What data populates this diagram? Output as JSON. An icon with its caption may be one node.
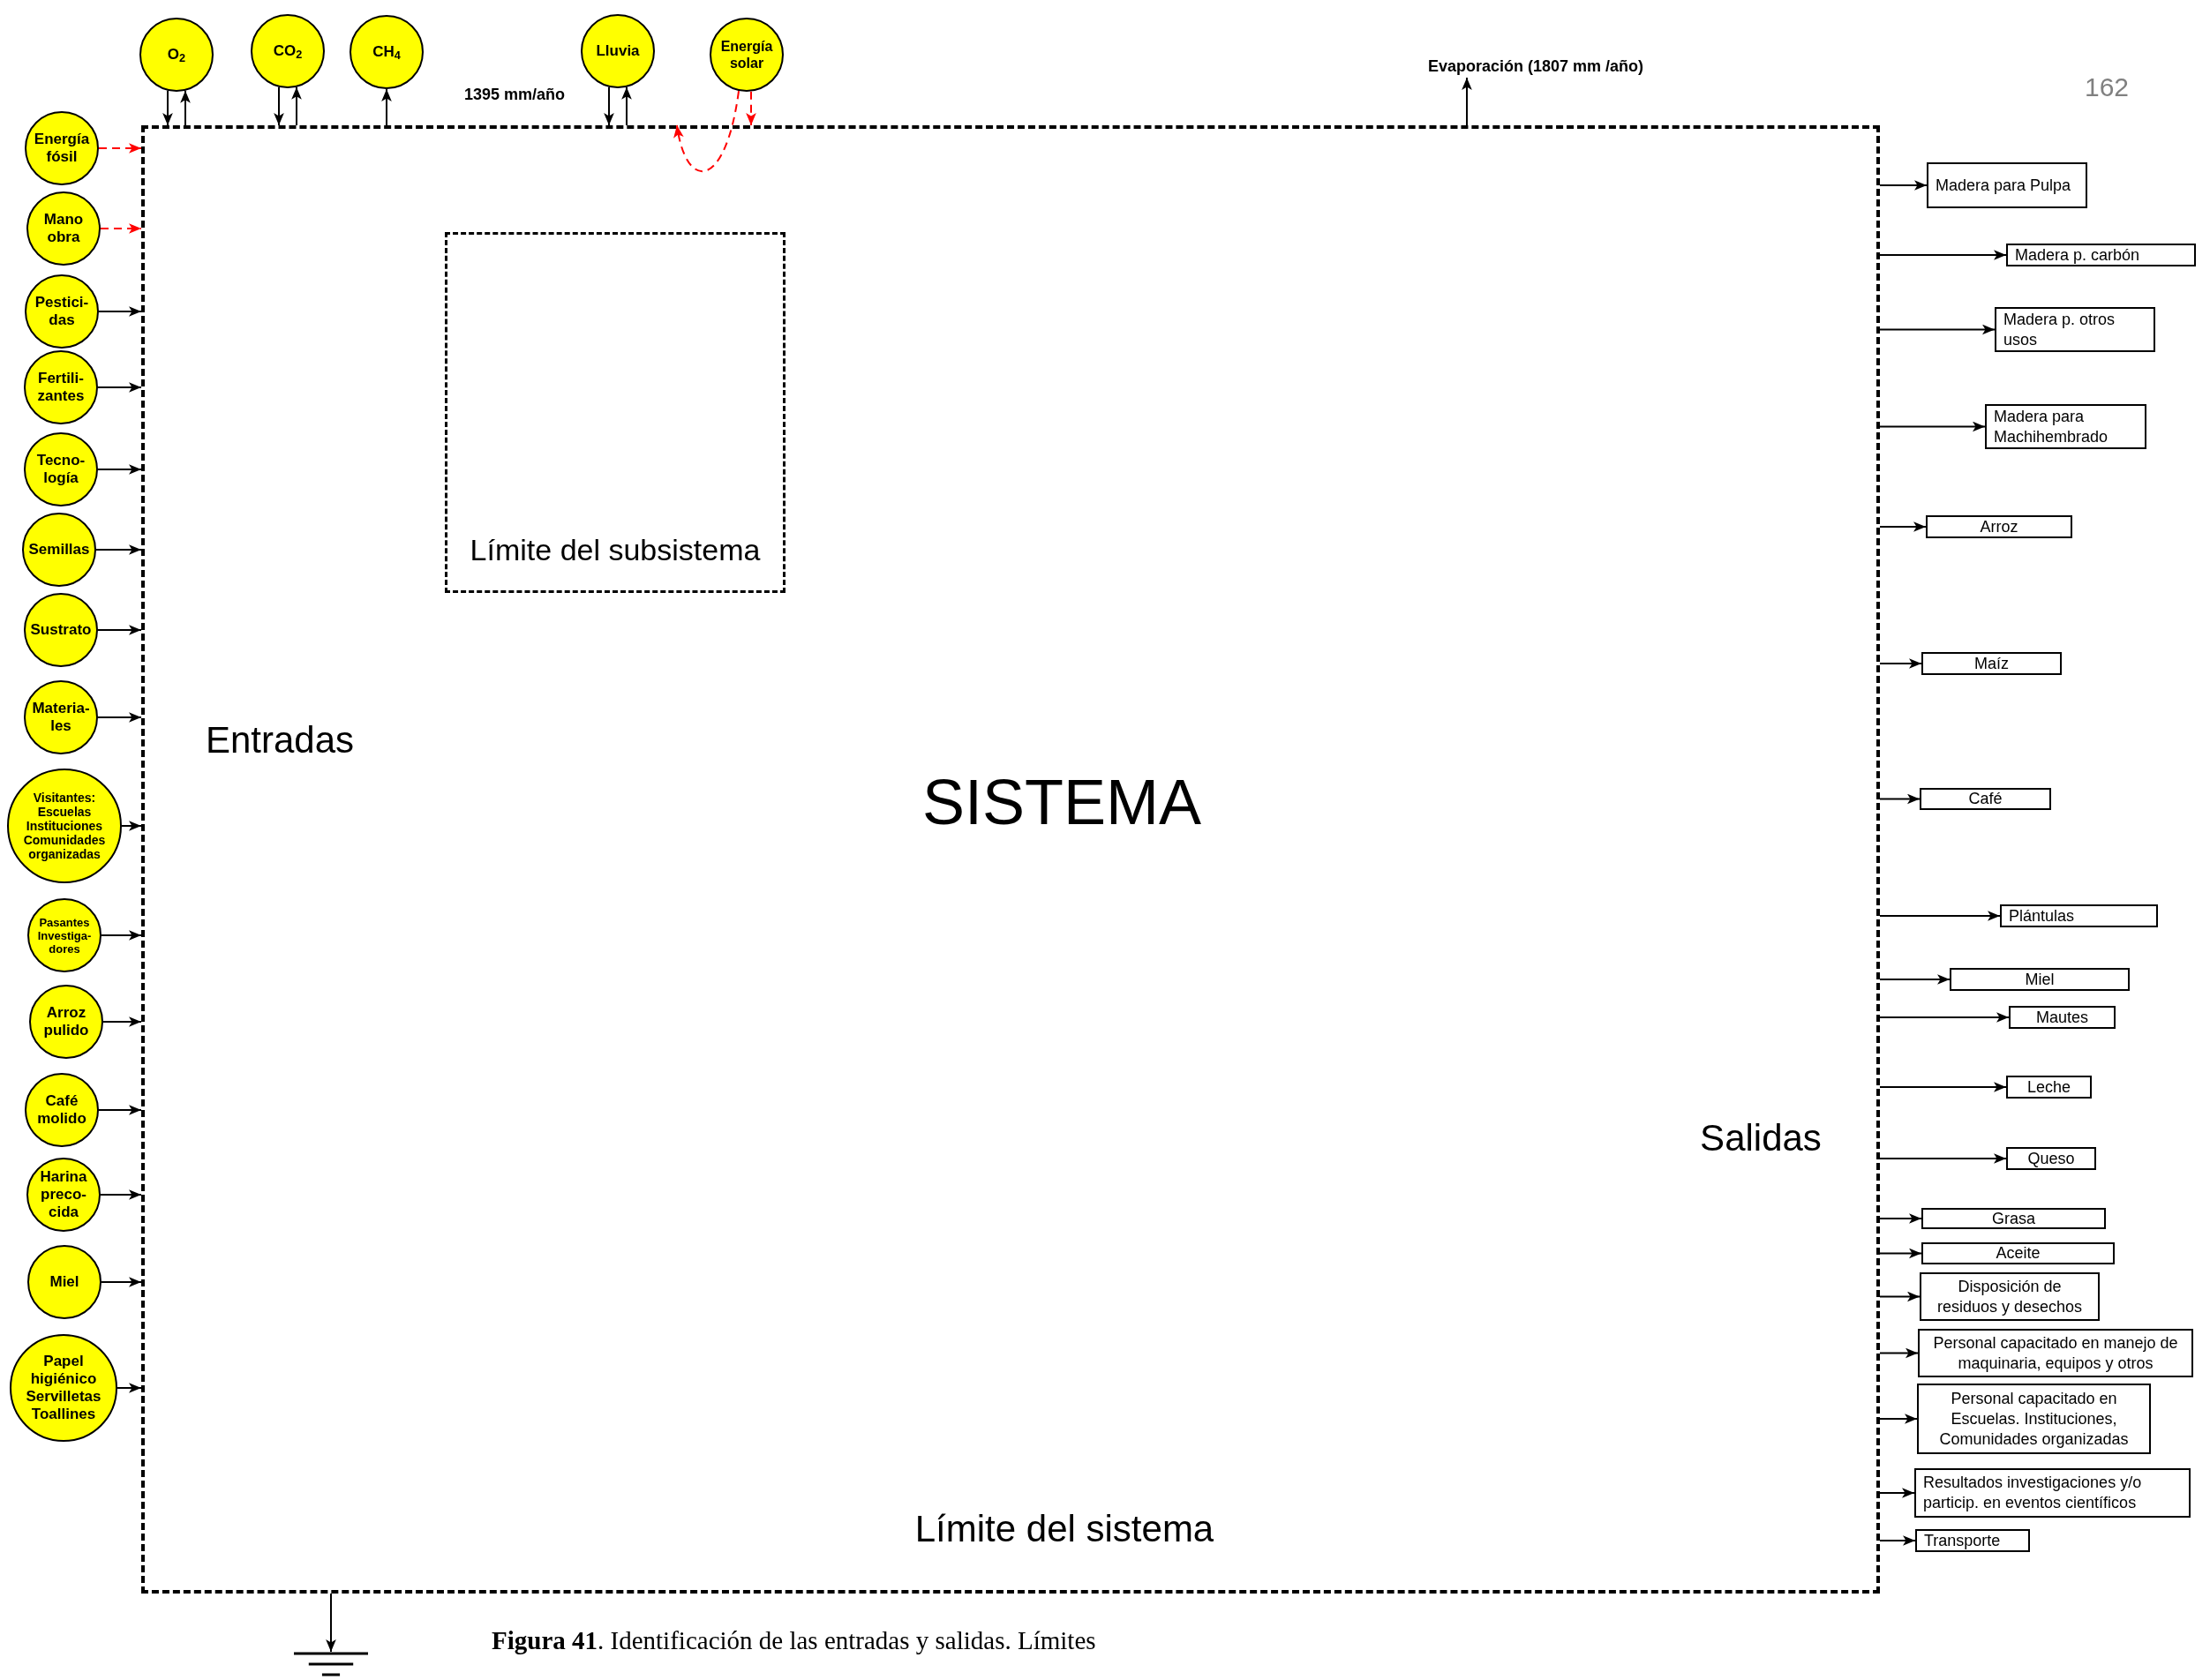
{
  "diagram": {
    "caption": "**Figura 41**. Identificación de las entradas y salidas. Límites",
    "nodes": [
      {
        "text": [
          "Entradas",
          "SISTEMA",
          "Salidas",
          "Límite del sistema"
        ]
      },
      {
        "text": [
          "Límite del subsistema"
        ],
        "in": 0
      },
      {
        "text": [
          "O$_{2}$"
        ]
      },
      {
        "text": [
          "CO$_{2}$"
        ]
      },
      {
        "text": [
          "CH$_{4}$"
        ]
      },
      {
        "text": [
          "Lluvia"
        ],
        "beside": [
          "1395 mm/año"
        ]
      },
      {
        "text": [
          "Energía solar"
        ]
      },
      {
        "text": [
          "Evaporación (1807 mm /año)"
        ]
      },
      {
        "text": [
          "Energía fósil"
        ]
      },
      {
        "text": [
          "Mano obra"
        ]
      },
      {
        "text": [
          "Pestici- das"
        ]
      },
      {
        "text": [
          "Fertili- zantes"
        ]
      },
      {
        "text": [
          "Tecno- logía"
        ]
      },
      {
        "text": [
          "Semillas"
        ]
      },
      {
        "text": [
          "Sustrato"
        ]
      },
      {
        "text": [
          "Materia- les"
        ]
      },
      {
        "text": [
          "Visitantes: Escuelas Instituciones Comunidades organizadas"
        ]
      },
      {
        "text": [
          "Pasantes Investiga- dores"
        ]
      },
      {
        "text": [
          "Arroz pulido"
        ]
      },
      {
        "text": [
          "Café molido"
        ]
      },
      {
        "text": [
          "Harina preco- cida"
        ]
      },
      {
        "text": [
          "Miel"
        ]
      },
      {
        "text": [
          "Papel higiénico Servilletas Toallines"
        ]
      },
      {
        "text": [
          "Madera para Pulpa"
        ]
      },
      {
        "text": [
          "Madera p. carbón"
        ]
      },
      {
        "text": [
          "Madera p. otros usos"
        ]
      },
      {
        "text": [
          "Madera para Machihembrado"
        ]
      },
      {
        "text": [
          "Arroz"
        ]
      },
      {
        "text": [
          "Maíz"
        ]
      },
      {
        "text": [
          "Café"
        ]
      },
      {
        "text": [
          "Plántulas"
        ]
      },
      {
        "text": [
          "Miel"
        ]
      },
      {
        "text": [
          "Mautes"
        ]
      },
      {
        "text": [
          "Leche"
        ]
      },
      {
        "text": [
          "Queso"
        ]
      },
      {
        "text": [
          "Grasa"
        ]
      },
      {
        "text": [
          "Aceite"
        ]
      },
      {
        "text": [
          "Disposición de residuos y desechos"
        ]
      },
      {
        "text": [
          "Personal capacitado en manejo de maquinaria, equipos y otros"
        ]
      },
      {
        "text": [
          "Personal capacitado en Escuelas. Instituciones, Comunidades organizadas"
        ]
      },
      {
        "text": [
          "Resultados investigaciones y/o particip. en eventos científicos"
        ]
      },
      {
        "text": [
          "Transporte"
        ]
      },
      {
        "text": [],
        "shape": "ground"
      }
    ],
    "edges": [
      {
        "from": 2,
        "to": 0,
        "arrow": "to"
      },
      {
        "from": 0,
        "to": 2,
        "arrow": "to"
      },
      {
        "from": 3,
        "to": 0,
        "arrow": "to"
      },
      {
        "from": 0,
        "to": 3,
        "arrow": "to"
      },
      {
        "from": 0,
        "to": 4,
        "arrow": "to"
      },
      {
        "from": 5,
        "to": 0,
        "arrow": "to"
      },
      {
        "from": 0,
        "to": 5,
        "arrow": "to"
      },
      {
        "from": 6,
        "to": 0,
        "arrow": "to",
        "style": "dashed",
        "color": "#ff0000"
      },
      {
        "from": 6,
        "to": 0,
        "arrow": "to",
        "style": "dashed",
        "color": "#ff0000"
      },
      {
        "from": 0,
        "to": 7,
        "arrow": "to"
      },
      {
        "from": 8,
        "to": 0,
        "arrow": "to",
        "style": "dashed",
        "color": "#ff0000"
      },
      {
        "from": 9,
        "to": 0,
        "arrow": "to",
        "style": "dashed",
        "color": "#ff0000"
      },
      {
        "from": 10,
        "to": 0,
        "arrow": "to"
      },
      {
        "from": 11,
        "to": 0,
        "arrow": "to"
      },
      {
        "from": 12,
        "to": 0,
        "arrow": "to"
      },
      {
        "from": 13,
        "to": 0,
        "arrow": "to"
      },
      {
        "from": 14,
        "to": 0,
        "arrow": "to"
      },
      {
        "from": 15,
        "to": 0,
        "arrow": "to"
      },
      {
        "from": 16,
        "to": 0,
        "arrow": "to"
      },
      {
        "from": 17,
        "to": 0,
        "arrow": "to"
      },
      {
        "from": 18,
        "to": 0,
        "arrow": "to"
      },
      {
        "from": 19,
        "to": 0,
        "arrow": "to"
      },
      {
        "from": 20,
        "to": 0,
        "arrow": "to"
      },
      {
        "from": 21,
        "to": 0,
        "arrow": "to"
      },
      {
        "from": 22,
        "to": 0,
        "arrow": "to"
      },
      {
        "from": 0,
        "to": 23,
        "arrow": "to"
      },
      {
        "from": 0,
        "to": 24,
        "arrow": "to"
      },
      {
        "from": 0,
        "to": 25,
        "arrow": "to"
      },
      {
        "from": 0,
        "to": 26,
        "arrow": "to"
      },
      {
        "from": 0,
        "to": 27,
        "arrow": "to"
      },
      {
        "from": 0,
        "to": 28,
        "arrow": "to"
      },
      {
        "from": 0,
        "to": 29,
        "arrow": "to"
      },
      {
        "from": 0,
        "to": 30,
        "arrow": "to"
      },
      {
        "from": 0,
        "to": 31,
        "arrow": "to"
      },
      {
        "from": 0,
        "to": 32,
        "arrow": "to"
      },
      {
        "from": 0,
        "to": 33,
        "arrow": "to"
      },
      {
        "from": 0,
        "to": 34,
        "arrow": "to"
      },
      {
        "from": 0,
        "to": 35,
        "arrow": "to"
      },
      {
        "from": 0,
        "to": 36,
        "arrow": "to"
      },
      {
        "from": 0,
        "to": 37,
        "arrow": "to"
      },
      {
        "from": 0,
        "to": 38,
        "arrow": "to"
      },
      {
        "from": 0,
        "to": 39,
        "arrow": "to"
      },
      {
        "from": 0,
        "to": 40,
        "arrow": "to"
      },
      {
        "from": 0,
        "to": 41,
        "arrow": "to"
      },
      {
        "from": 0,
        "to": 42,
        "arrow": "to"
      }
    ],
    "labels": [
      "162"
    ]
  }
}
